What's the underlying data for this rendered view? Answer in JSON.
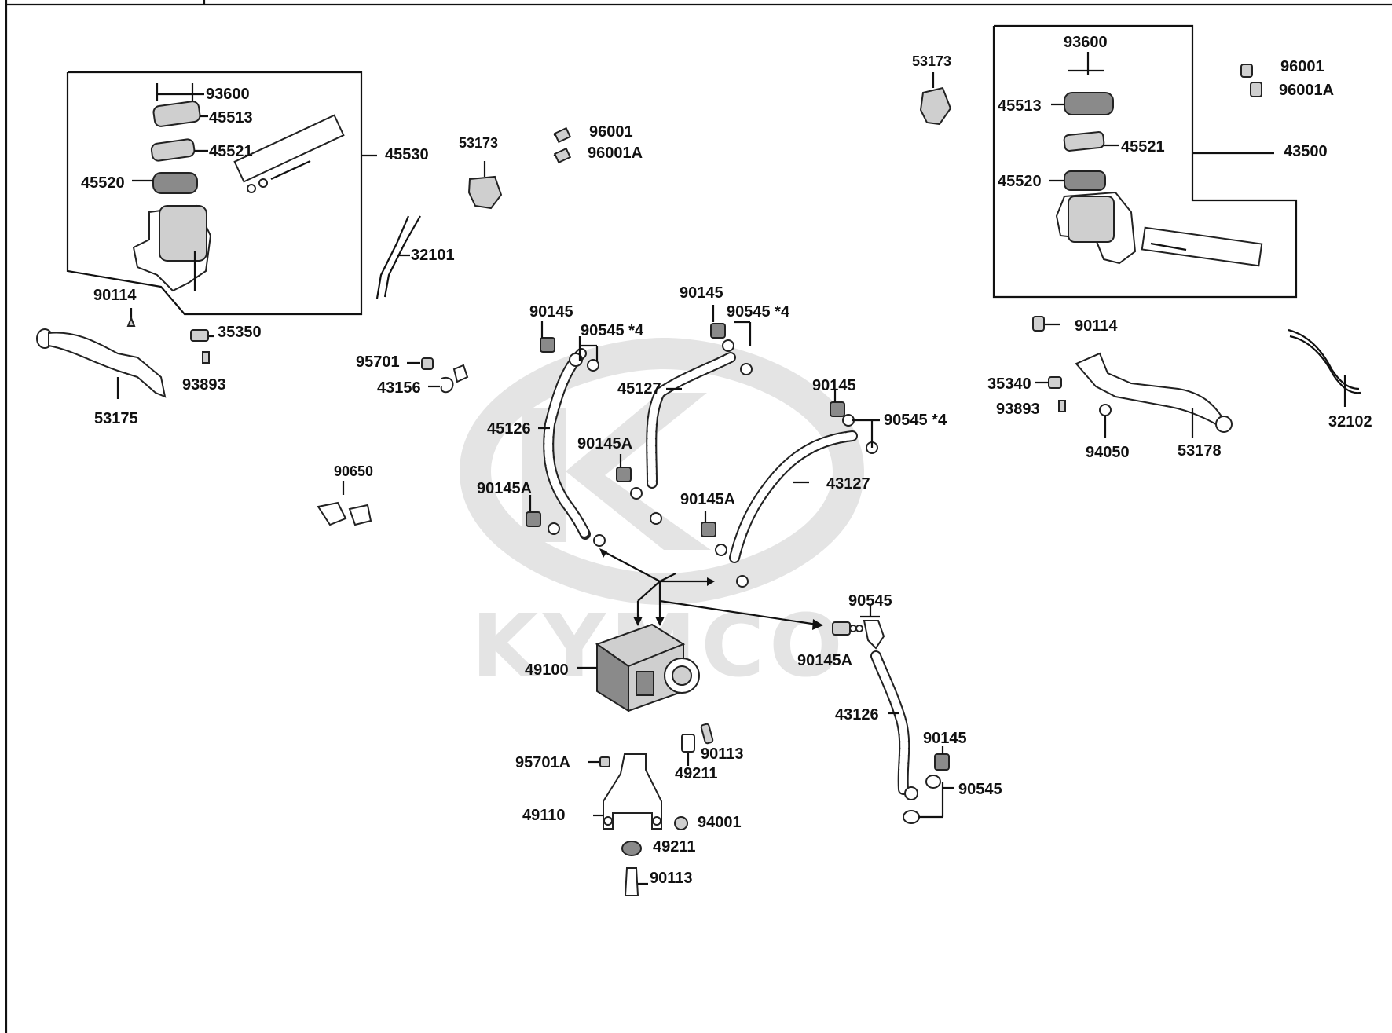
{
  "watermark": {
    "brand": "KYMCO",
    "color": "#e2e2e2"
  },
  "labels": {
    "l93600a": "93600",
    "l45513a": "45513",
    "l45521a": "45521",
    "l45520a": "45520",
    "l45530": "45530",
    "l90114a": "90114",
    "l35350": "35350",
    "l93893a": "93893",
    "l53175": "53175",
    "l53173a": "53173",
    "l96001a": "96001",
    "l96001Aa": "96001A",
    "l32101": "32101",
    "l95701": "95701",
    "l43156": "43156",
    "l90650": "90650",
    "l90145a": "90145",
    "l90545a": "90545 *4",
    "l45126": "45126",
    "l90145Aa": "90145A",
    "l90145b": "90145",
    "l90545b": "90545 *4",
    "l45127": "45127",
    "l90145Ab": "90145A",
    "l90145c": "90145",
    "l90545c": "90545 *4",
    "l43127": "43127",
    "l90145Ac": "90145A",
    "l49100": "49100",
    "l90545d": "90545",
    "l90145Ad": "90145A",
    "l43126": "43126",
    "l90145d": "90145",
    "l90545e": "90545",
    "l95701A": "95701A",
    "l90113a": "90113",
    "l49211a": "49211",
    "l49110": "49110",
    "l94001": "94001",
    "l49211b": "49211",
    "l90113b": "90113",
    "l53173b": "53173",
    "l93600b": "93600",
    "l45513b": "45513",
    "l45521b": "45521",
    "l45520b": "45520",
    "l43500": "43500",
    "l96001b": "96001",
    "l96001Ab": "96001A",
    "l90114b": "90114",
    "l35340": "35340",
    "l93893b": "93893",
    "l94050": "94050",
    "l53178": "53178",
    "l32102": "32102"
  }
}
